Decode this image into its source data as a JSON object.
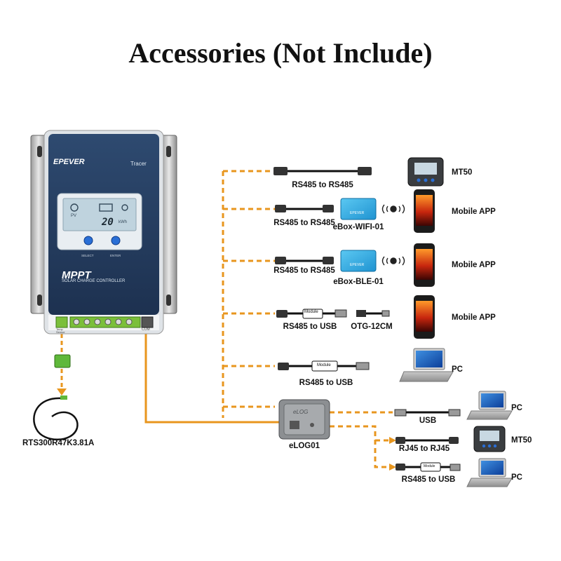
{
  "title": "Accessories (Not Include)",
  "controller": {
    "brand": "EPEVER",
    "model_badge": "Tracer",
    "lcd_value": "20",
    "lcd_unit": "kWh",
    "lcd_pv": "PV",
    "select_label": "SELECT",
    "enter_label": "ENTER",
    "product_line": "MPPT",
    "product_desc": "SOLAR CHARGE CONTROLLER",
    "temp_sensor_label": "Temp Sensor",
    "com_label": "COM"
  },
  "sensor": {
    "label": "RTS300R47K3.81A"
  },
  "branches": {
    "row1": {
      "cable": "RS485 to RS485",
      "device": "MT50"
    },
    "row2": {
      "cable": "RS485 to RS485",
      "adapter": "eBox-WIFI-01",
      "device": "Mobile APP",
      "adapter_text": "EPEVER"
    },
    "row3": {
      "cable": "RS485 to RS485",
      "adapter": "eBox-BLE-01",
      "device": "Mobile APP",
      "adapter_text": "EPEVER"
    },
    "row4": {
      "cable": "RS485 to USB",
      "adapter": "OTG-12CM",
      "device": "Mobile APP",
      "module_text": "Module"
    },
    "row5": {
      "cable": "RS485 to USB",
      "device": "PC",
      "module_text": "Module"
    }
  },
  "elog": {
    "label": "eLOG01",
    "faceplate": "eLOG",
    "outputs": [
      {
        "cable": "USB",
        "device": "PC"
      },
      {
        "cable": "RJ45 to RJ45",
        "device": "MT50"
      },
      {
        "cable": "RS485 to USB",
        "device": "PC",
        "module_text": "Module"
      }
    ]
  },
  "colors": {
    "orange": "#E8961E",
    "panel_navy": "#243A5C",
    "lcd": "#BFD3DE",
    "button_blue": "#2A6FD6"
  }
}
